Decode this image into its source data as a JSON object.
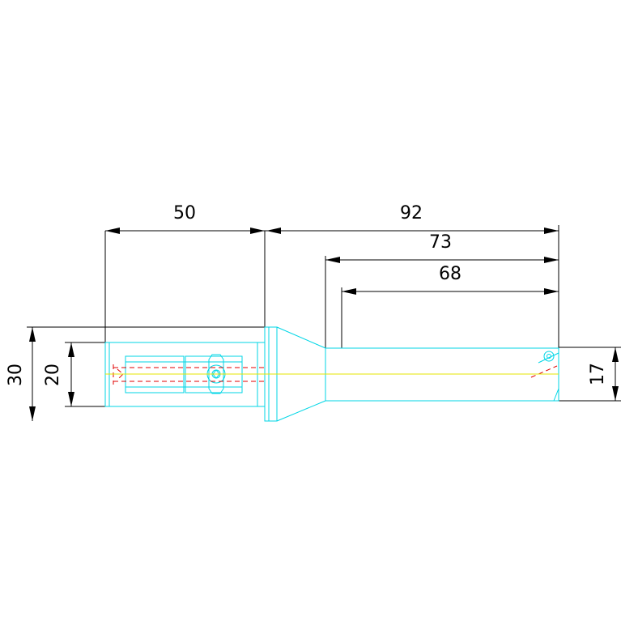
{
  "drawing": {
    "dimensions": {
      "shank_length": "50",
      "overall_length": "92",
      "body_length": "73",
      "flute_length": "68",
      "flange_diameter": "30",
      "shank_diameter": "20",
      "cutting_diameter": "17"
    },
    "colors": {
      "outline": "#00d6e6",
      "hidden": "#e00000",
      "centerline": "#e6e600",
      "dimension": "#000000"
    }
  }
}
